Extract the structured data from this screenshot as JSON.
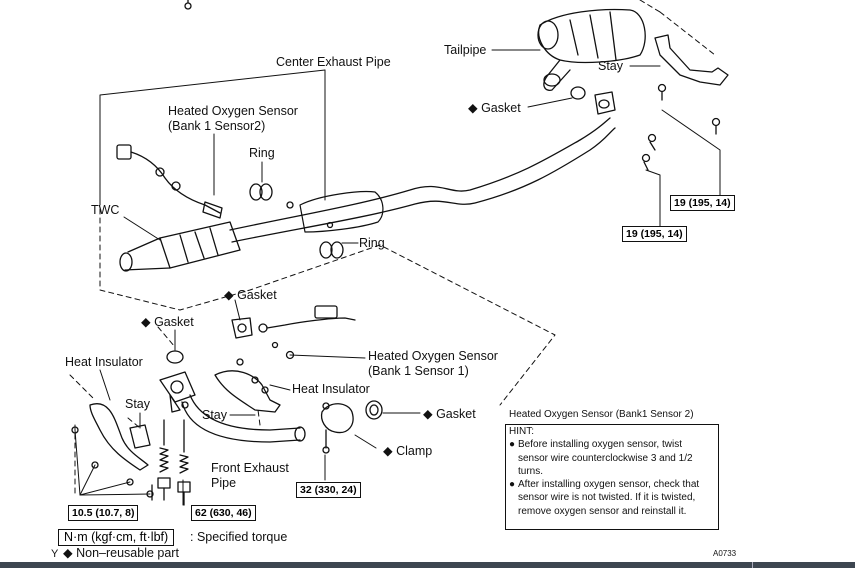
{
  "labels": {
    "center_exhaust_pipe": "Center Exhaust Pipe",
    "tailpipe": "Tailpipe",
    "stay_top": "Stay",
    "gasket_top": "◆ Gasket",
    "heated_oxygen_sensor_b1s2_line1": "Heated Oxygen Sensor",
    "heated_oxygen_sensor_b1s2_line2": "(Bank 1 Sensor2)",
    "ring_top": "Ring",
    "twc": "TWC",
    "ring_mid": "Ring",
    "gasket_mid": "◆ Gasket",
    "gasket_left": "◆ Gasket",
    "heated_oxygen_sensor_b1s1_line1": "Heated Oxygen Sensor",
    "heated_oxygen_sensor_b1s1_line2": "(Bank 1 Sensor 1)",
    "heat_insulator_left": "Heat Insulator",
    "heat_insulator_mid": "Heat Insulator",
    "stay_left": "Stay",
    "stay_mid": "Stay",
    "gasket_right": "◆ Gasket",
    "clamp": "◆ Clamp",
    "front_exhaust_pipe_line1": "Front Exhaust",
    "front_exhaust_pipe_line2": "Pipe",
    "figure_code": "A0733",
    "torque_legend": "N·m (kgf·cm, ft·lbf)",
    "torque_legend_desc": ": Specified torque",
    "non_reusable": "◆ Non–reusable part",
    "non_reusable_prefix": "Y"
  },
  "torques": {
    "t1": "19 (195, 14)",
    "t2": "19 (195, 14)",
    "t3": "10.5 (10.7, 8)",
    "t4": "62 (630, 46)",
    "t5": "32 (330, 24)"
  },
  "hint": {
    "title": "Heated Oxygen Sensor (Bank1 Sensor 2)",
    "head": "HINT:",
    "bullet": "●",
    "item1": "Before installing oxygen sensor, twist sensor wire counterclockwise 3 and 1/2 turns.",
    "item2": "After installing oxygen sensor, check that sensor wire is not twisted. If it is twisted, remove oxygen sensor and reinstall it."
  }
}
